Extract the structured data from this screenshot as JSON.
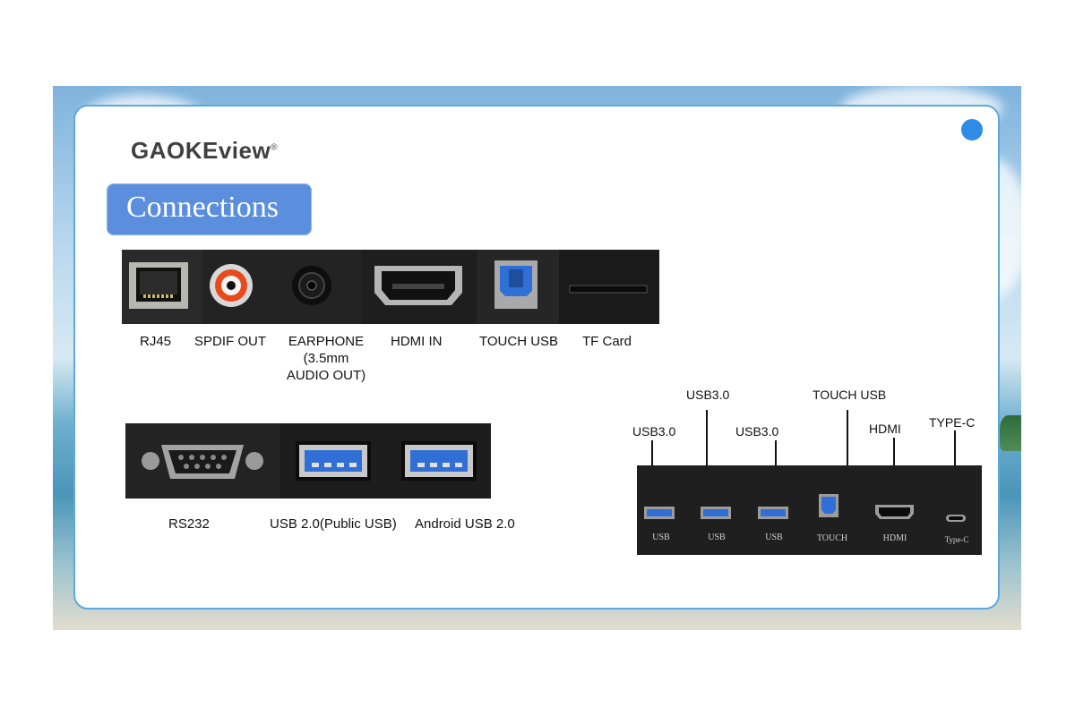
{
  "brand": {
    "logo_text": "GAOKEview",
    "reg_mark": "®"
  },
  "section_title": "Connections",
  "top_panel": {
    "labels": [
      "RJ45",
      "SPDIF OUT",
      "EARPHONE",
      "(3.5mm",
      "AUDIO OUT)",
      "HDMI IN",
      "TOUCH USB",
      "TF Card"
    ]
  },
  "middle_panel": {
    "labels": [
      "RS232",
      "USB 2.0(Public USB)",
      "Android USB 2.0"
    ]
  },
  "front_panel": {
    "callouts": [
      "USB3.0",
      "USB3.0",
      "USB3.0",
      "TOUCH  USB",
      "HDMI",
      "TYPE-C"
    ],
    "port_labels": [
      "USB",
      "USB",
      "USB",
      "TOUCH",
      "HDMI",
      "Type-C"
    ]
  },
  "colors": {
    "accent": "#5b8fde",
    "border": "#5aa9e0",
    "dot": "#2e8ce6",
    "usb_blue": "#2f6fd6"
  }
}
